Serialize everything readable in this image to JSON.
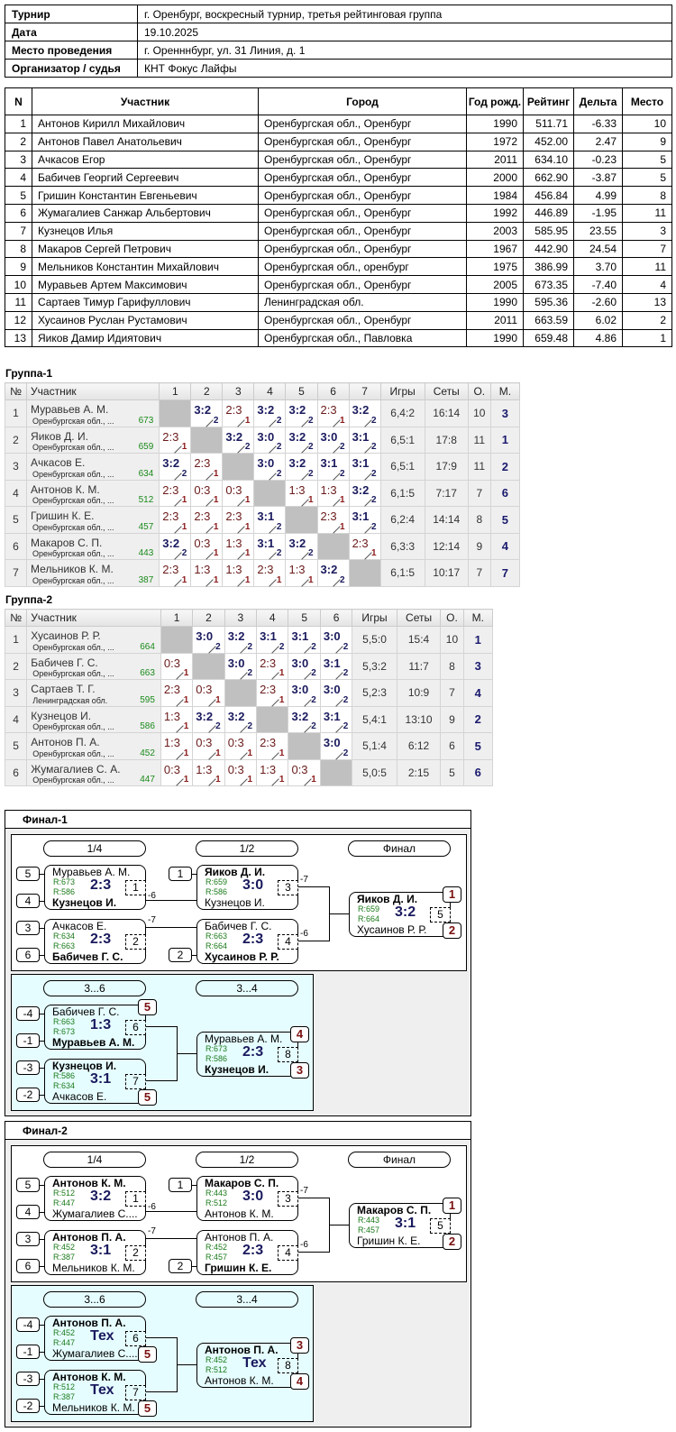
{
  "info": [
    {
      "k": "Турнир",
      "v": "г. Оренбург, воскресный турнир, третья рейтинговая группа"
    },
    {
      "k": "Дата",
      "v": "19.10.2025"
    },
    {
      "k": "Место проведения",
      "v": "г. Оренннбург, ул. 31 Линия, д. 1"
    },
    {
      "k": "Организатор / судья",
      "v": "КНТ Фокус Лайфы"
    }
  ],
  "players": {
    "headers": [
      "N",
      "Участник",
      "Город",
      "Год рожд.",
      "Рейтинг",
      "Дельта",
      "Место"
    ],
    "rows": [
      [
        "1",
        "Антонов Кирилл Михайлович",
        "Оренбургская обл., Оренбург",
        "1990",
        "511.71",
        "-6.33",
        "10"
      ],
      [
        "2",
        "Антонов Павел Анатольевич",
        "Оренбургская обл., Оренбург",
        "1972",
        "452.00",
        "2.47",
        "9"
      ],
      [
        "3",
        "Ачкасов Егор",
        "Оренбургская обл., Оренбург",
        "2011",
        "634.10",
        "-0.23",
        "5"
      ],
      [
        "4",
        "Бабичев Георгий Сергеевич",
        "Оренбургская обл., Оренбург",
        "2000",
        "662.90",
        "-3.87",
        "5"
      ],
      [
        "5",
        "Гришин Константин Евгеньевич",
        "Оренбургская обл., Оренбург",
        "1984",
        "456.84",
        "4.99",
        "8"
      ],
      [
        "6",
        "Жумагалиев Санжар Альбертович",
        "Оренбургская обл., Оренбург",
        "1992",
        "446.89",
        "-1.95",
        "11"
      ],
      [
        "7",
        "Кузнецов Илья",
        "Оренбургская обл., Оренбург",
        "2003",
        "585.95",
        "23.55",
        "3"
      ],
      [
        "8",
        "Макаров Сергей Петрович",
        "Оренбургская обл., Оренбург",
        "1967",
        "442.90",
        "24.54",
        "7"
      ],
      [
        "9",
        "Мельников Константин Михайлович",
        "Оренбургская обл., оренбург",
        "1975",
        "386.99",
        "3.70",
        "11"
      ],
      [
        "10",
        "Муравьев Артем Максимович",
        "Оренбургская обл., Оренбург",
        "2005",
        "673.35",
        "-7.40",
        "4"
      ],
      [
        "11",
        "Сартаев Тимур Гарифуллович",
        "Ленинградская обл.",
        "1990",
        "595.36",
        "-2.60",
        "13"
      ],
      [
        "12",
        "Хусаинов Руслан Рустамович",
        "Оренбургская обл., Оренбург",
        "2011",
        "663.59",
        "6.02",
        "2"
      ],
      [
        "13",
        "Яиков Дамир Идиятович",
        "Оренбургская обл., Павловка",
        "1990",
        "659.48",
        "4.86",
        "1"
      ]
    ]
  },
  "groups": [
    {
      "title": "Группа-1",
      "headers": {
        "num": "№",
        "name": "Участник",
        "games": "Игры",
        "sets": "Сеты",
        "pts": "О.",
        "place": "М."
      },
      "rows": [
        {
          "n": "1",
          "name": "Муравьев А. М.",
          "city": "Оренбургская обл., ...",
          "r": "673",
          "res": [
            null,
            [
              "3:2",
              2
            ],
            [
              "2:3",
              1
            ],
            [
              "3:2",
              2
            ],
            [
              "3:2",
              2
            ],
            [
              "2:3",
              1
            ],
            [
              "3:2",
              2
            ]
          ],
          "games": "6,4:2",
          "sets": "16:14",
          "pts": "10",
          "place": "3"
        },
        {
          "n": "2",
          "name": "Яиков Д. И.",
          "city": "Оренбургская обл., ...",
          "r": "659",
          "res": [
            [
              "2:3",
              1
            ],
            null,
            [
              "3:2",
              2
            ],
            [
              "3:0",
              2
            ],
            [
              "3:2",
              2
            ],
            [
              "3:0",
              2
            ],
            [
              "3:1",
              2
            ]
          ],
          "games": "6,5:1",
          "sets": "17:8",
          "pts": "11",
          "place": "1"
        },
        {
          "n": "3",
          "name": "Ачкасов Е.",
          "city": "Оренбургская обл., ...",
          "r": "634",
          "res": [
            [
              "3:2",
              2
            ],
            [
              "2:3",
              1
            ],
            null,
            [
              "3:0",
              2
            ],
            [
              "3:2",
              2
            ],
            [
              "3:1",
              2
            ],
            [
              "3:1",
              2
            ]
          ],
          "games": "6,5:1",
          "sets": "17:9",
          "pts": "11",
          "place": "2"
        },
        {
          "n": "4",
          "name": "Антонов К. М.",
          "city": "Оренбургская обл., ...",
          "r": "512",
          "res": [
            [
              "2:3",
              1
            ],
            [
              "0:3",
              1
            ],
            [
              "0:3",
              1
            ],
            null,
            [
              "1:3",
              1
            ],
            [
              "1:3",
              1
            ],
            [
              "3:2",
              2
            ]
          ],
          "games": "6,1:5",
          "sets": "7:17",
          "pts": "7",
          "place": "6"
        },
        {
          "n": "5",
          "name": "Гришин К. Е.",
          "city": "Оренбургская обл., ...",
          "r": "457",
          "res": [
            [
              "2:3",
              1
            ],
            [
              "2:3",
              1
            ],
            [
              "2:3",
              1
            ],
            [
              "3:1",
              2
            ],
            null,
            [
              "2:3",
              1
            ],
            [
              "3:1",
              2
            ]
          ],
          "games": "6,2:4",
          "sets": "14:14",
          "pts": "8",
          "place": "5"
        },
        {
          "n": "6",
          "name": "Макаров С. П.",
          "city": "Оренбургская обл., ...",
          "r": "443",
          "res": [
            [
              "3:2",
              2
            ],
            [
              "0:3",
              1
            ],
            [
              "1:3",
              1
            ],
            [
              "3:1",
              2
            ],
            [
              "3:2",
              2
            ],
            null,
            [
              "2:3",
              1
            ]
          ],
          "games": "6,3:3",
          "sets": "12:14",
          "pts": "9",
          "place": "4"
        },
        {
          "n": "7",
          "name": "Мельников К. М.",
          "city": "Оренбургская обл., ...",
          "r": "387",
          "res": [
            [
              "2:3",
              1
            ],
            [
              "1:3",
              1
            ],
            [
              "1:3",
              1
            ],
            [
              "2:3",
              1
            ],
            [
              "1:3",
              1
            ],
            [
              "3:2",
              2
            ],
            null
          ],
          "games": "6,1:5",
          "sets": "10:17",
          "pts": "7",
          "place": "7"
        }
      ]
    },
    {
      "title": "Группа-2",
      "headers": {
        "num": "№",
        "name": "Участник",
        "games": "Игры",
        "sets": "Сеты",
        "pts": "О.",
        "place": "М."
      },
      "rows": [
        {
          "n": "1",
          "name": "Хусаинов Р. Р.",
          "city": "Оренбургская обл., ...",
          "r": "664",
          "res": [
            null,
            [
              "3:0",
              2
            ],
            [
              "3:2",
              2
            ],
            [
              "3:1",
              2
            ],
            [
              "3:1",
              2
            ],
            [
              "3:0",
              2
            ]
          ],
          "games": "5,5:0",
          "sets": "15:4",
          "pts": "10",
          "place": "1"
        },
        {
          "n": "2",
          "name": "Бабичев Г. С.",
          "city": "Оренбургская обл., ...",
          "r": "663",
          "res": [
            [
              "0:3",
              1
            ],
            null,
            [
              "3:0",
              2
            ],
            [
              "2:3",
              1
            ],
            [
              "3:0",
              2
            ],
            [
              "3:1",
              2
            ]
          ],
          "games": "5,3:2",
          "sets": "11:7",
          "pts": "8",
          "place": "3"
        },
        {
          "n": "3",
          "name": "Сартаев Т. Г.",
          "city": "Ленинградская обл.",
          "r": "595",
          "res": [
            [
              "2:3",
              1
            ],
            [
              "0:3",
              1
            ],
            null,
            [
              "2:3",
              1
            ],
            [
              "3:0",
              2
            ],
            [
              "3:0",
              2
            ]
          ],
          "games": "5,2:3",
          "sets": "10:9",
          "pts": "7",
          "place": "4"
        },
        {
          "n": "4",
          "name": "Кузнецов И.",
          "city": "Оренбургская обл., ...",
          "r": "586",
          "res": [
            [
              "1:3",
              1
            ],
            [
              "3:2",
              2
            ],
            [
              "3:2",
              2
            ],
            null,
            [
              "3:2",
              2
            ],
            [
              "3:1",
              2
            ]
          ],
          "games": "5,4:1",
          "sets": "13:10",
          "pts": "9",
          "place": "2"
        },
        {
          "n": "5",
          "name": "Антонов П. А.",
          "city": "Оренбургская обл., ...",
          "r": "452",
          "res": [
            [
              "1:3",
              1
            ],
            [
              "0:3",
              1
            ],
            [
              "0:3",
              1
            ],
            [
              "2:3",
              1
            ],
            null,
            [
              "3:0",
              2
            ]
          ],
          "games": "5,1:4",
          "sets": "6:12",
          "pts": "6",
          "place": "5"
        },
        {
          "n": "6",
          "name": "Жумагалиев С. А.",
          "city": "Оренбургская обл., ...",
          "r": "447",
          "res": [
            [
              "0:3",
              1
            ],
            [
              "1:3",
              1
            ],
            [
              "0:3",
              1
            ],
            [
              "1:3",
              1
            ],
            [
              "0:3",
              1
            ],
            null
          ],
          "games": "5,0:5",
          "sets": "2:15",
          "pts": "5",
          "place": "6"
        }
      ]
    }
  ],
  "finals": [
    {
      "title": "Финал-1",
      "rounds": [
        "1/4",
        "1/2",
        "Финал"
      ],
      "cons_rounds": [
        "3...6",
        "3...4"
      ],
      "matches": [
        {
          "id": "qf1",
          "seed1": "5",
          "seed2": "4",
          "n1": "Муравьев А. М.",
          "r1": "R:673",
          "n2": "Кузнецов И.",
          "r2": "R:586",
          "score": "2:3",
          "num": "1",
          "w": 2,
          "note": "-6"
        },
        {
          "id": "qf2",
          "seed1": "3",
          "seed2": "6",
          "n1": "Ачкасов Е.",
          "r1": "R:634",
          "n2": "Бабичев Г. С.",
          "r2": "R:663",
          "score": "2:3",
          "num": "2",
          "w": 2,
          "note": "-7"
        },
        {
          "id": "sf1",
          "seed1": "1",
          "n1": "Яиков Д. И.",
          "r1": "R:659",
          "n2": "Кузнецов И.",
          "r2": "R:586",
          "score": "3:0",
          "num": "3",
          "w": 1,
          "note": "-7"
        },
        {
          "id": "sf2",
          "seed2": "2",
          "n1": "Бабичев Г. С.",
          "r1": "R:663",
          "n2": "Хусаинов Р. Р.",
          "r2": "R:664",
          "score": "2:3",
          "num": "4",
          "w": 2,
          "note": "-6"
        },
        {
          "id": "f",
          "n1": "Яиков Д. И.",
          "r1": "R:659",
          "n2": "Хусаинов Р. Р.",
          "r2": "R:664",
          "score": "3:2",
          "num": "5",
          "w": 1,
          "badge1": "1",
          "badge2": "2"
        },
        {
          "id": "c1",
          "seed1": "-4",
          "seed2": "-1",
          "n1": "Бабичев Г. С.",
          "r1": "R:663",
          "n2": "Муравьев А. М.",
          "r2": "R:673",
          "score": "1:3",
          "num": "6",
          "w": 2,
          "badge1": "5"
        },
        {
          "id": "c2",
          "seed1": "-3",
          "seed2": "-2",
          "n1": "Кузнецов И.",
          "r1": "R:586",
          "n2": "Ачкасов Е.",
          "r2": "R:634",
          "score": "3:1",
          "num": "7",
          "w": 1,
          "badge2": "5"
        },
        {
          "id": "c3",
          "n1": "Муравьев А. М.",
          "r1": "R:673",
          "n2": "Кузнецов И.",
          "r2": "R:586",
          "score": "2:3",
          "num": "8",
          "w": 2,
          "badge1": "4",
          "badge2": "3"
        }
      ]
    },
    {
      "title": "Финал-2",
      "rounds": [
        "1/4",
        "1/2",
        "Финал"
      ],
      "cons_rounds": [
        "3...6",
        "3...4"
      ],
      "matches": [
        {
          "id": "qf1",
          "seed1": "5",
          "seed2": "4",
          "n1": "Антонов К. М.",
          "r1": "R:512",
          "n2": "Жумагалиев С....",
          "r2": "R:447",
          "score": "3:2",
          "num": "1",
          "w": 1,
          "note": "-6"
        },
        {
          "id": "qf2",
          "seed1": "3",
          "seed2": "6",
          "n1": "Антонов П. А.",
          "r1": "R:452",
          "n2": "Мельников К. М.",
          "r2": "R:387",
          "score": "3:1",
          "num": "2",
          "w": 1,
          "note": "-7"
        },
        {
          "id": "sf1",
          "seed1": "1",
          "n1": "Макаров С. П.",
          "r1": "R:443",
          "n2": "Антонов К. М.",
          "r2": "R:512",
          "score": "3:0",
          "num": "3",
          "w": 1,
          "note": "-7"
        },
        {
          "id": "sf2",
          "seed2": "2",
          "n1": "Антонов П. А.",
          "r1": "R:452",
          "n2": "Гришин К. Е.",
          "r2": "R:457",
          "score": "2:3",
          "num": "4",
          "w": 2,
          "note": "-6"
        },
        {
          "id": "f",
          "n1": "Макаров С. П.",
          "r1": "R:443",
          "n2": "Гришин К. Е.",
          "r2": "R:457",
          "score": "3:1",
          "num": "5",
          "w": 1,
          "badge1": "1",
          "badge2": "2"
        },
        {
          "id": "c1",
          "seed1": "-4",
          "seed2": "-1",
          "n1": "Антонов П. А.",
          "r1": "R:452",
          "n2": "Жумагалиев С....",
          "r2": "R:447",
          "score": "Тех",
          "num": "6",
          "w": 1,
          "badge2": "5"
        },
        {
          "id": "c2",
          "seed1": "-3",
          "seed2": "-2",
          "n1": "Антонов К. М.",
          "r1": "R:512",
          "n2": "Мельников К. М.",
          "r2": "R:387",
          "score": "Тех",
          "num": "7",
          "w": 1,
          "badge2": "5"
        },
        {
          "id": "c3",
          "n1": "Антонов П. А.",
          "r1": "R:452",
          "n2": "Антонов К. М.",
          "r2": "R:512",
          "score": "Тех",
          "num": "8",
          "w": 1,
          "badge1": "3",
          "badge2": "4"
        }
      ]
    }
  ]
}
